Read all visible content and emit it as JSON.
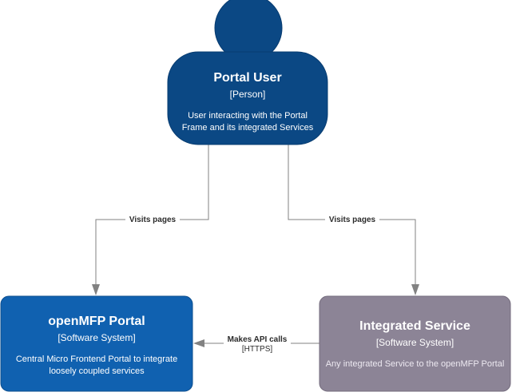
{
  "nodes": {
    "portal_user": {
      "title": "Portal User",
      "type": "[Person]",
      "description": "User interacting with the Portal Frame and its integrated Services",
      "color": "#0b4884"
    },
    "openmfp_portal": {
      "title": "openMFP Portal",
      "type": "[Software System]",
      "description": "Central Micro Frontend Portal to integrate loosely coupled services",
      "color": "#1061b0"
    },
    "integrated_service": {
      "title": "Integrated Service",
      "type": "[Software System]",
      "description": "Any integrated Service to the openMFP Portal",
      "color": "#8c8496"
    }
  },
  "edges": {
    "user_to_portal": {
      "label": "Visits pages"
    },
    "user_to_service": {
      "label": "Visits pages"
    },
    "service_to_portal": {
      "label": "Makes API calls",
      "technology": "[HTTPS]"
    }
  },
  "colors": {
    "edge": "#828282",
    "person_border": "#073b6f",
    "portal_border": "#0d4e8e",
    "service_border": "#736b7c"
  }
}
